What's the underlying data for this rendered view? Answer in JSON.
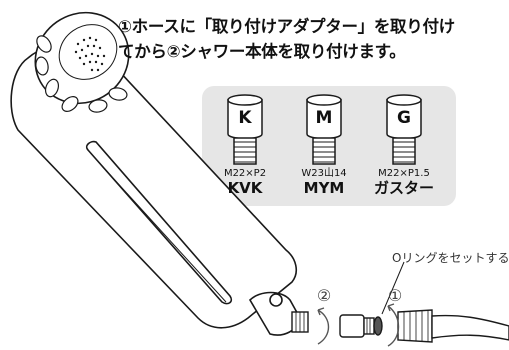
{
  "instruction": {
    "line1": "①ホースに「取り付けアダプター」を取り付け",
    "line2": "てから②シャワー本体を取り付けます。"
  },
  "adapters": [
    {
      "letter": "K",
      "spec": "M22×P2",
      "name": "KVK"
    },
    {
      "letter": "M",
      "spec": "W23山14",
      "name": "MYM"
    },
    {
      "letter": "G",
      "spec": "M22×P1.5",
      "name": "ガスター"
    }
  ],
  "oring_label": "Oリングをセットする",
  "steps": {
    "first": "①",
    "second": "②"
  },
  "colors": {
    "outline": "#1a1a1a",
    "panel": "#e6e6e6",
    "label_gray": "#444444"
  }
}
